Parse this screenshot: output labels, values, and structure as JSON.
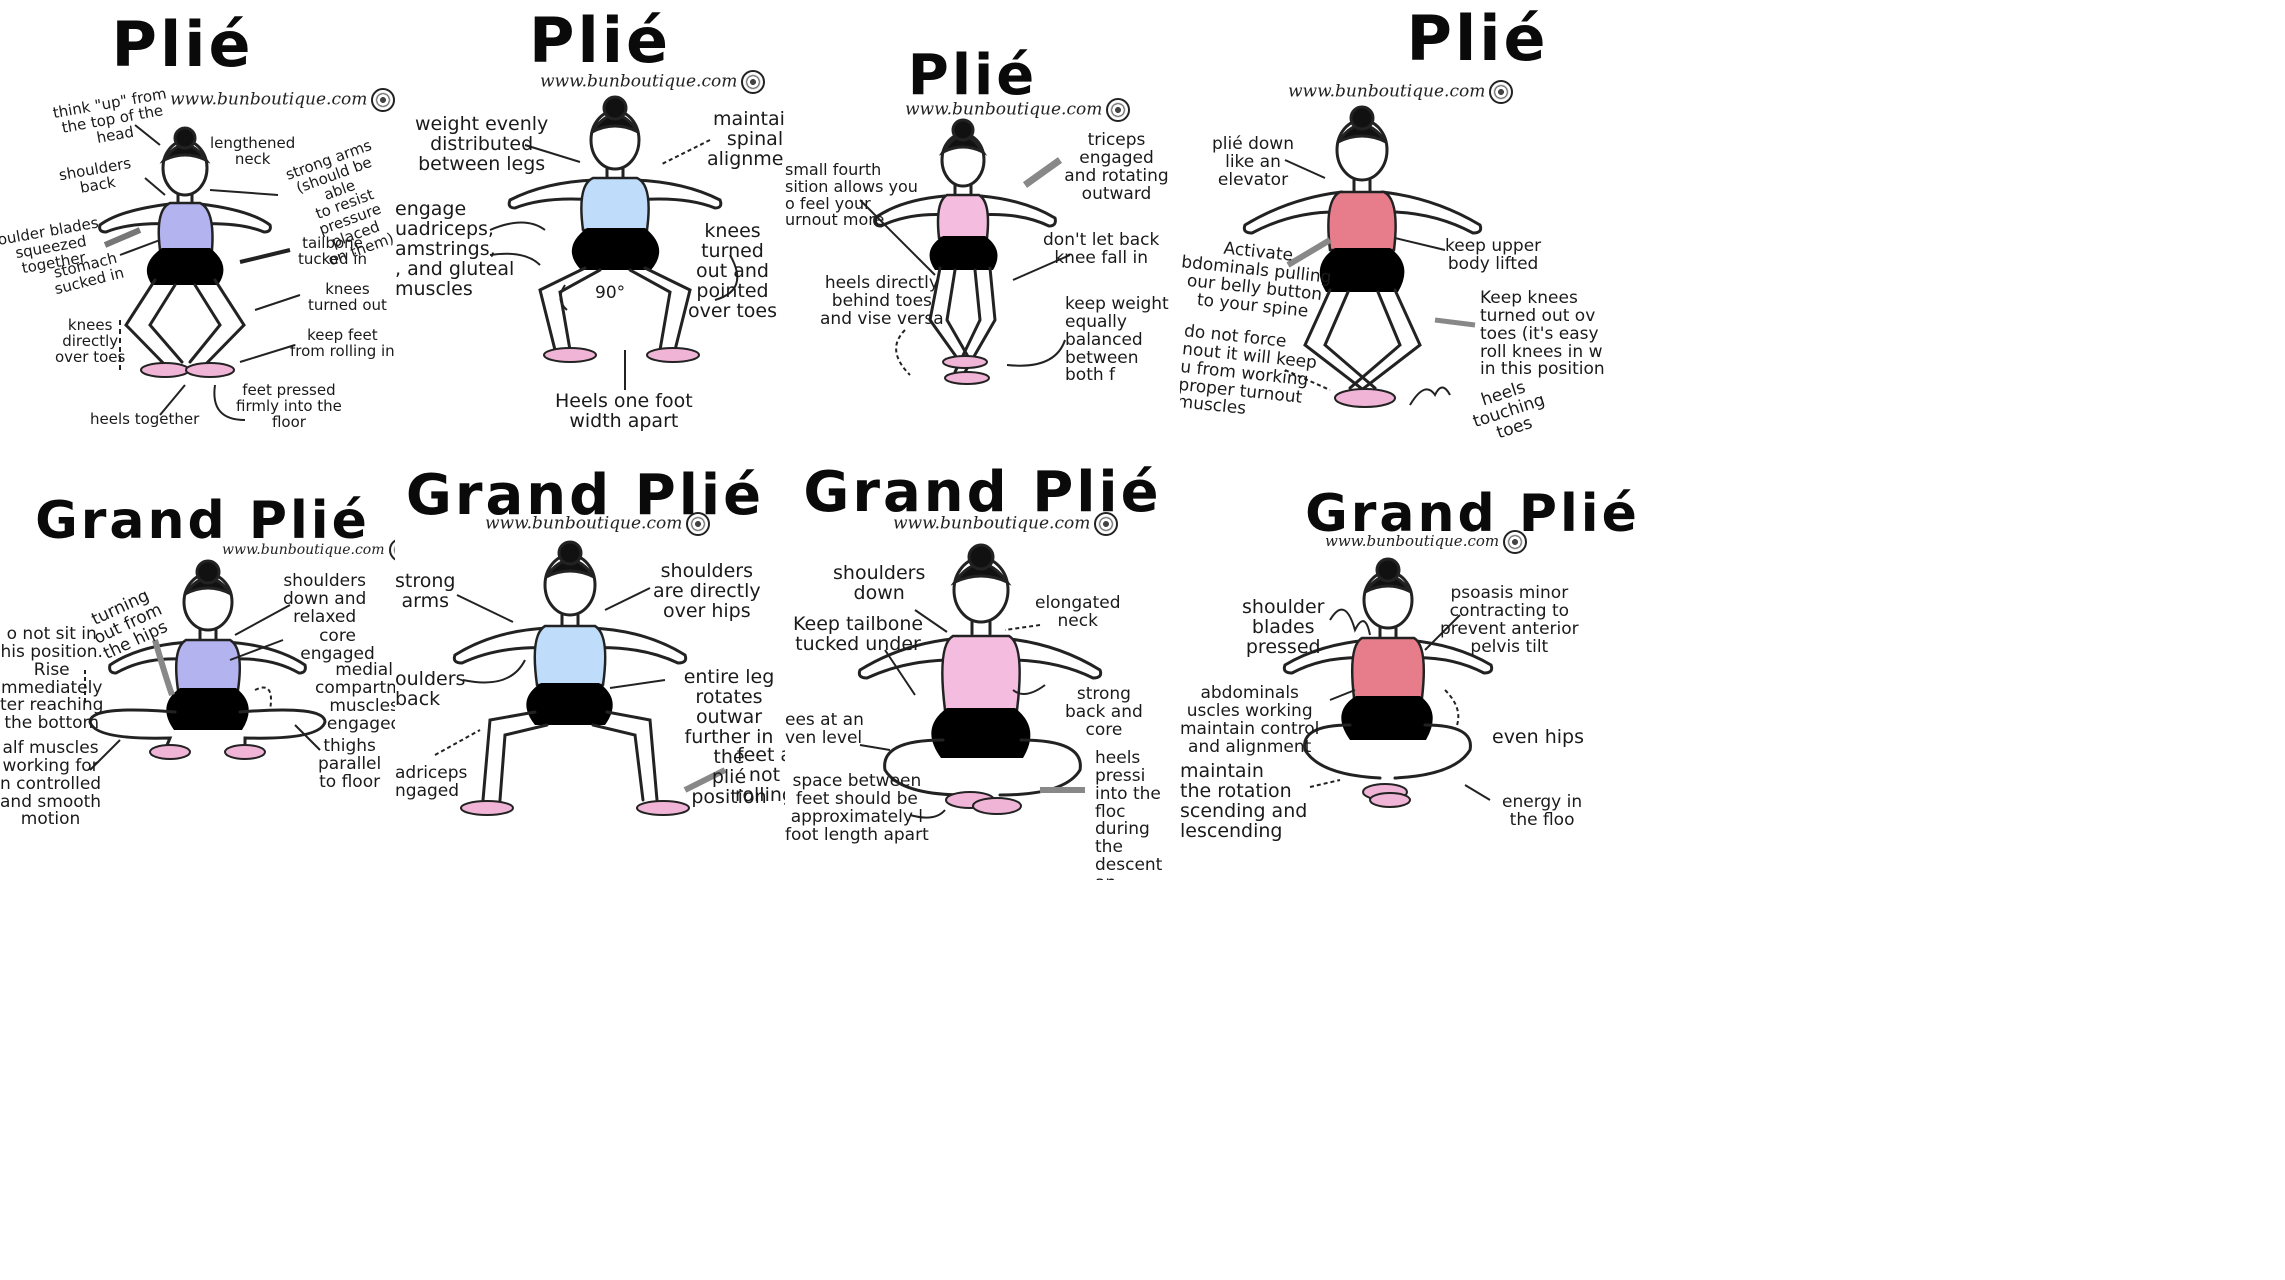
{
  "brand": {
    "site": "www.bunboutique.com",
    "logo": "rose-logo"
  },
  "colors": {
    "lavender": "#b3b3f0",
    "blue": "#bfdcfb",
    "pink": "#f4bde0",
    "coral": "#e77d8a",
    "skirt": "#000000",
    "shoe": "#f0b4d6"
  },
  "panels": [
    {
      "title": "Plié",
      "notes": {
        "n1": "think \"up\" from\nthe top of the\nhead",
        "n2": "lengthened\nneck",
        "n3": "shoulders\nback",
        "n4": "strong arms\n(should be able\nto resist\npressure placed\non them)",
        "n5": "oulder blades\nsqueezed\ntogether",
        "n6": "tailbone\ntucked in",
        "n7": "stomach\nsucked in",
        "n8": "knees\nturned out",
        "n9": "knees\ndirectly\nover toes",
        "n10": "keep feet\nfrom rolling in",
        "n11": "heels together",
        "n12": "feet pressed\nfirmly into the\nfloor"
      }
    },
    {
      "title": "Plié",
      "notes": {
        "n1": "weight evenly\ndistributed\nbetween legs",
        "n2": "maintain\nspinal\nalignment",
        "n3": "engage\nuadriceps,\namstrings,\n, and gluteal\nmuscles",
        "n4": "knees turned\nout and pointed\nover toes",
        "n5": "90°",
        "n6": "Heels one foot\nwidth apart"
      }
    },
    {
      "title": "Plié",
      "notes": {
        "n1": "triceps engaged\nand rotating\noutward",
        "n2": "small fourth\nsition allows you\no feel your\nurnout more",
        "n3": "don't let back\nknee fall in",
        "n4": "heels directly\nbehind toes\nand vise versa",
        "n5": "keep weight\nequally balanced\nbetween both f"
      }
    },
    {
      "title": "Plié",
      "notes": {
        "n1": "plié down\nlike an\nelevator",
        "n2": "Activate\nbdominals pulling\nour belly button\nto your spine",
        "n3": "keep upper\nbody lifted",
        "n4": "do not force\nnout it will keep\nu from working\n proper turnout\nmuscles",
        "n5": "Keep knees\nturned out ov\ntoes (it's easy\nroll knees in w\nin this position",
        "n6": "heels\ntouching\ntoes"
      }
    },
    {
      "title": "Grand Plié",
      "notes": {
        "n1": "turning\nout from\nthe hips",
        "n2": "shoulders\ndown and\nrelaxed",
        "n3": "o not sit in\nhis position.\nRise\nmmediately\nter reaching\nthe bottom",
        "n4": "core engaged",
        "n5": "medial\ncompartme\nmuscles\nengaged",
        "n6": "alf muscles\nworking for\nn controlled\nand smooth\nmotion",
        "n7": "thighs\nparallel\nto floor"
      }
    },
    {
      "title": "Grand Plié",
      "notes": {
        "n1": "strong\narms",
        "n2": "shoulders\nare directly\nover hips",
        "n3": "oulders\nback",
        "n4": "entire leg\nrotates outwar\nfurther in the\nplié position",
        "n5": "adriceps\nngaged",
        "n6": "feet a\nnot\nrolling"
      }
    },
    {
      "title": "Grand Plié",
      "notes": {
        "n1": "shoulders\ndown",
        "n2": "elongated\nneck",
        "n3": "Keep tailbone\ntucked under",
        "n4": "strong\nback and\ncore",
        "n5": "ees at an\nven level",
        "n6": "heels pressi\ninto the floc\nduring the\ndescent an\nascent",
        "n7": "space between\nfeet should be\napproximately l\nfoot length apart"
      }
    },
    {
      "title": "Grand Plié",
      "notes": {
        "n1": "shoulder\nblades\npressed",
        "n2": "psoasis minor\ncontracting to\nprevent anterior\npelvis tilt",
        "n3": "abdominals\nuscles working\nmaintain control\nand alignment",
        "n4": "even hips",
        "n5": "maintain\nthe rotation\nscending and\nlescending",
        "n6": "energy in\nthe floo"
      }
    }
  ]
}
